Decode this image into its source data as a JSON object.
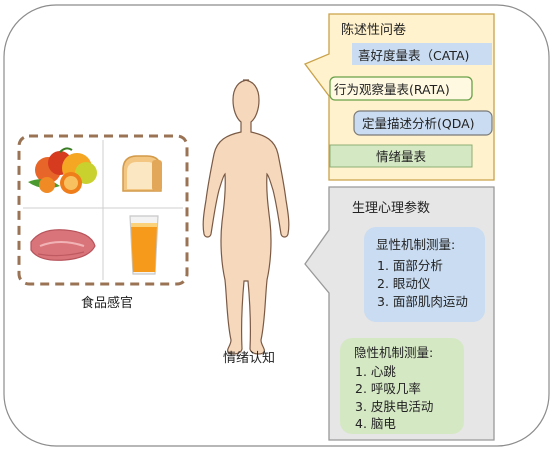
{
  "diagram": {
    "food_label": "食品感官",
    "emotion_label": "情绪认知",
    "questionnaire": {
      "title": "陈述性问卷",
      "items": [
        "喜好度量表（CATA)",
        "行为观察量表(RATA)",
        "定量描述分析(QDA)",
        "情绪量表"
      ]
    },
    "physio": {
      "title": "生理心理参数",
      "explicit": {
        "title": "显性机制测量:",
        "items": [
          "1. 面部分析",
          "2. 眼动仪",
          "3. 面部肌肉运动"
        ]
      },
      "implicit": {
        "title": "隐性机制测量:",
        "items": [
          "1. 心跳",
          "2. 呼吸几率",
          "3. 皮肤电活动",
          "4. 脑电"
        ]
      }
    },
    "food_icons": [
      "fruit-basket-icon",
      "bread-icon",
      "meat-icon",
      "juice-icon"
    ],
    "colors": {
      "outer_border": "#8c8c8c",
      "food_dash": "#9a7355",
      "questionnaire_fill": "#fff2cc",
      "questionnaire_border": "#c9a24a",
      "physio_fill": "#e6e6e6",
      "physio_border": "#999999",
      "explicit_fill": "#c9dcf1",
      "implicit_fill": "#d5e8c4",
      "skin": "#f6d8bd"
    }
  }
}
